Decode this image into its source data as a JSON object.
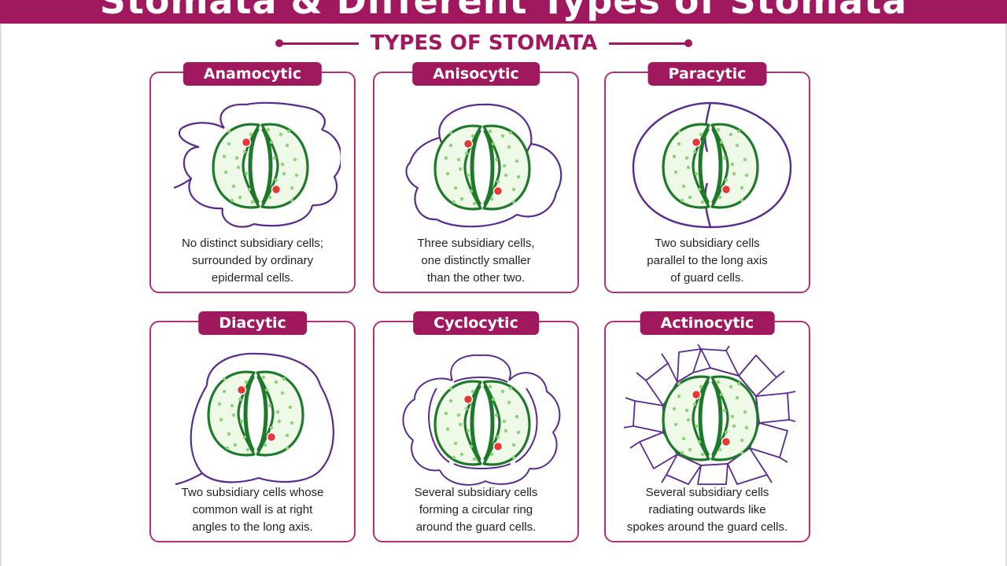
{
  "banner": {
    "title": "Stomata & Different Types of Stomata"
  },
  "subtitle": "TYPES OF STOMATA",
  "colors": {
    "accent": "#a0185e",
    "outline": "#5a2a8c",
    "guard_cell": "#1e7a2a",
    "guard_fill": "#eef9e8",
    "chloroplast": "#8fd07a",
    "nucleus": "#e53935"
  },
  "cards": [
    {
      "title": "Anamocytic",
      "desc": [
        "No distinct subsidiary cells;",
        "surrounded by ordinary",
        "epidermal cells."
      ]
    },
    {
      "title": "Anisocytic",
      "desc": [
        "Three subsidiary cells,",
        "one distinctly smaller",
        "than the other two."
      ]
    },
    {
      "title": "Paracytic",
      "desc": [
        "Two subsidiary cells",
        "parallel to the long axis",
        "of guard cells."
      ]
    },
    {
      "title": "Diacytic",
      "desc": [
        "Two subsidiary cells whose",
        "common wall is at right",
        "angles to the long axis."
      ]
    },
    {
      "title": "Cyclocytic",
      "desc": [
        "Several subsidiary cells",
        "forming a circular ring",
        "around the guard cells."
      ]
    },
    {
      "title": "Actinocytic",
      "desc": [
        "Several subsidiary cells",
        "radiating outwards like",
        "spokes around the guard cells."
      ]
    }
  ]
}
